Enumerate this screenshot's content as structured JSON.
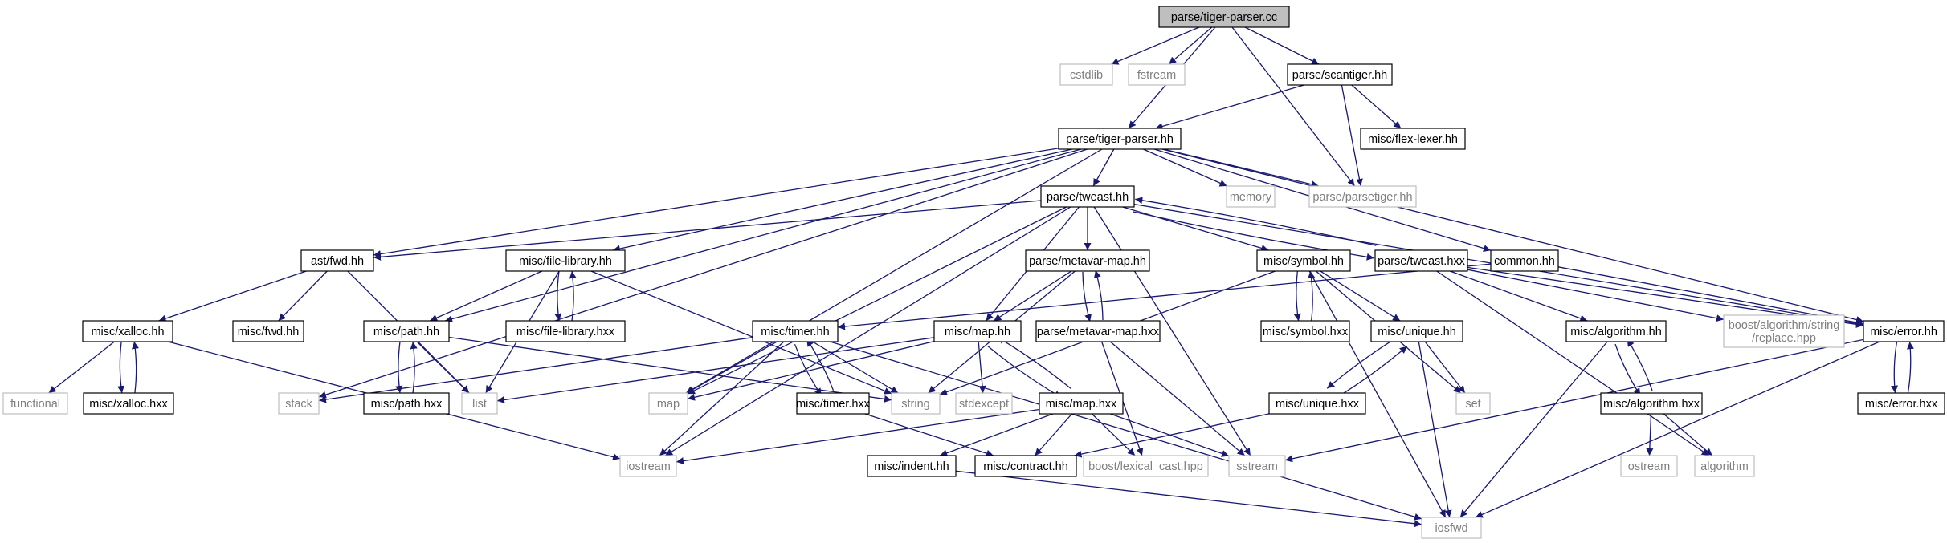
{
  "colors": {
    "edge": "#191970",
    "node_border_local": "#000000",
    "node_border_system": "#bfbfbf",
    "root_fill": "#bfbfbf",
    "node_fill": "#ffffff",
    "text_local": "#000000",
    "text_system": "#7f7f7f"
  },
  "nodes": [
    {
      "id": "root",
      "label": "parse/tiger-parser.cc",
      "kind": "root"
    },
    {
      "id": "cstdlib",
      "label": "cstdlib",
      "kind": "system"
    },
    {
      "id": "fstream",
      "label": "fstream",
      "kind": "system"
    },
    {
      "id": "scantiger",
      "label": "parse/scantiger.hh",
      "kind": "local"
    },
    {
      "id": "tigerparser",
      "label": "parse/tiger-parser.hh",
      "kind": "local"
    },
    {
      "id": "flexlexer",
      "label": "misc/flex-lexer.hh",
      "kind": "local"
    },
    {
      "id": "memory",
      "label": "memory",
      "kind": "system"
    },
    {
      "id": "parsetiger",
      "label": "parse/parsetiger.hh",
      "kind": "system"
    },
    {
      "id": "tweast",
      "label": "parse/tweast.hh",
      "kind": "local"
    },
    {
      "id": "astfwd",
      "label": "ast/fwd.hh",
      "kind": "local"
    },
    {
      "id": "filelib",
      "label": "misc/file-library.hh",
      "kind": "local"
    },
    {
      "id": "metavar",
      "label": "parse/metavar-map.hh",
      "kind": "local"
    },
    {
      "id": "symbol",
      "label": "misc/symbol.hh",
      "kind": "local"
    },
    {
      "id": "tweasthxx",
      "label": "parse/tweast.hxx",
      "kind": "local"
    },
    {
      "id": "common",
      "label": "common.hh",
      "kind": "local"
    },
    {
      "id": "xalloc",
      "label": "misc/xalloc.hh",
      "kind": "local"
    },
    {
      "id": "miscfwd",
      "label": "misc/fwd.hh",
      "kind": "local"
    },
    {
      "id": "path",
      "label": "misc/path.hh",
      "kind": "local"
    },
    {
      "id": "filelibhxx",
      "label": "misc/file-library.hxx",
      "kind": "local"
    },
    {
      "id": "timer",
      "label": "misc/timer.hh",
      "kind": "local"
    },
    {
      "id": "map",
      "label": "misc/map.hh",
      "kind": "local"
    },
    {
      "id": "metavarhxx",
      "label": "parse/metavar-map.hxx",
      "kind": "local"
    },
    {
      "id": "symbolhxx",
      "label": "misc/symbol.hxx",
      "kind": "local"
    },
    {
      "id": "unique",
      "label": "misc/unique.hh",
      "kind": "local"
    },
    {
      "id": "algorithm",
      "label": "misc/algorithm.hh",
      "kind": "local"
    },
    {
      "id": "boostreplace",
      "label": "boost/algorithm/string\n/replace.hpp",
      "kind": "system"
    },
    {
      "id": "error",
      "label": "misc/error.hh",
      "kind": "local"
    },
    {
      "id": "functional",
      "label": "functional",
      "kind": "system"
    },
    {
      "id": "xallochxx",
      "label": "misc/xalloc.hxx",
      "kind": "local"
    },
    {
      "id": "stack",
      "label": "stack",
      "kind": "system"
    },
    {
      "id": "pathhxx",
      "label": "misc/path.hxx",
      "kind": "local"
    },
    {
      "id": "list",
      "label": "list",
      "kind": "system"
    },
    {
      "id": "mapstd",
      "label": "map",
      "kind": "system"
    },
    {
      "id": "timerhxx",
      "label": "misc/timer.hxx",
      "kind": "local"
    },
    {
      "id": "string",
      "label": "string",
      "kind": "system"
    },
    {
      "id": "stdexcept",
      "label": "stdexcept",
      "kind": "system"
    },
    {
      "id": "maphxx",
      "label": "misc/map.hxx",
      "kind": "local"
    },
    {
      "id": "set",
      "label": "set",
      "kind": "system"
    },
    {
      "id": "uniquehxx",
      "label": "misc/unique.hxx",
      "kind": "local"
    },
    {
      "id": "algorithmhxx",
      "label": "misc/algorithm.hxx",
      "kind": "local"
    },
    {
      "id": "errorhxx",
      "label": "misc/error.hxx",
      "kind": "local"
    },
    {
      "id": "iostream",
      "label": "iostream",
      "kind": "system"
    },
    {
      "id": "indent",
      "label": "misc/indent.hh",
      "kind": "local"
    },
    {
      "id": "contract",
      "label": "misc/contract.hh",
      "kind": "local"
    },
    {
      "id": "lexicalcast",
      "label": "boost/lexical_cast.hpp",
      "kind": "system"
    },
    {
      "id": "sstream",
      "label": "sstream",
      "kind": "system"
    },
    {
      "id": "ostream",
      "label": "ostream",
      "kind": "system"
    },
    {
      "id": "algorithmstd",
      "label": "algorithm",
      "kind": "system"
    },
    {
      "id": "iosfwd",
      "label": "iosfwd",
      "kind": "system"
    }
  ],
  "edges": [
    [
      "root",
      "cstdlib"
    ],
    [
      "root",
      "fstream"
    ],
    [
      "root",
      "scantiger"
    ],
    [
      "root",
      "tigerparser"
    ],
    [
      "root",
      "parsetiger"
    ],
    [
      "scantiger",
      "tigerparser"
    ],
    [
      "scantiger",
      "flexlexer"
    ],
    [
      "scantiger",
      "parsetiger"
    ],
    [
      "tigerparser",
      "memory"
    ],
    [
      "tigerparser",
      "parsetiger"
    ],
    [
      "tigerparser",
      "tweast"
    ],
    [
      "tigerparser",
      "astfwd"
    ],
    [
      "tigerparser",
      "filelib"
    ],
    [
      "tigerparser",
      "path"
    ],
    [
      "tigerparser",
      "stack"
    ],
    [
      "tigerparser",
      "mapstd"
    ],
    [
      "tigerparser",
      "common"
    ],
    [
      "tigerparser",
      "error"
    ],
    [
      "tweast",
      "astfwd"
    ],
    [
      "tweast",
      "metavar"
    ],
    [
      "tweast",
      "symbol"
    ],
    [
      "tweast",
      "tweasthxx"
    ],
    [
      "tweast",
      "map"
    ],
    [
      "tweast",
      "mapstd"
    ],
    [
      "tweast",
      "iostream"
    ],
    [
      "tweast",
      "sstream"
    ],
    [
      "tweast",
      "error"
    ],
    [
      "astfwd",
      "xalloc"
    ],
    [
      "astfwd",
      "miscfwd"
    ],
    [
      "astfwd",
      "list"
    ],
    [
      "filelib",
      "path"
    ],
    [
      "filelib",
      "filelibhxx"
    ],
    [
      "filelib",
      "list"
    ],
    [
      "filelib",
      "string"
    ],
    [
      "filelibhxx",
      "filelib"
    ],
    [
      "metavar",
      "map"
    ],
    [
      "metavar",
      "metavarhxx"
    ],
    [
      "metavar",
      "string"
    ],
    [
      "metavarhxx",
      "metavar"
    ],
    [
      "metavarhxx",
      "lexicalcast"
    ],
    [
      "metavarhxx",
      "sstream"
    ],
    [
      "symbol",
      "symbolhxx"
    ],
    [
      "symbol",
      "unique"
    ],
    [
      "symbol",
      "string"
    ],
    [
      "symbol",
      "set"
    ],
    [
      "symbol",
      "iosfwd"
    ],
    [
      "symbolhxx",
      "symbol"
    ],
    [
      "tweasthxx",
      "tweast"
    ],
    [
      "tweasthxx",
      "algorithm"
    ],
    [
      "tweasthxx",
      "boostreplace"
    ],
    [
      "tweasthxx",
      "error"
    ],
    [
      "tweasthxx",
      "algorithmstd"
    ],
    [
      "common",
      "timer"
    ],
    [
      "common",
      "error"
    ],
    [
      "xalloc",
      "functional"
    ],
    [
      "xalloc",
      "xallochxx"
    ],
    [
      "xalloc",
      "iostream"
    ],
    [
      "xallochxx",
      "xalloc"
    ],
    [
      "path",
      "pathhxx"
    ],
    [
      "path",
      "list"
    ],
    [
      "path",
      "string"
    ],
    [
      "pathhxx",
      "path"
    ],
    [
      "timer",
      "stack"
    ],
    [
      "timer",
      "mapstd"
    ],
    [
      "timer",
      "timerhxx"
    ],
    [
      "timer",
      "string"
    ],
    [
      "timer",
      "iostream"
    ],
    [
      "timer",
      "iosfwd"
    ],
    [
      "timerhxx",
      "timer"
    ],
    [
      "timerhxx",
      "contract"
    ],
    [
      "map",
      "mapstd"
    ],
    [
      "map",
      "list"
    ],
    [
      "map",
      "stdexcept"
    ],
    [
      "map",
      "maphxx"
    ],
    [
      "maphxx",
      "map"
    ],
    [
      "maphxx",
      "iostream"
    ],
    [
      "maphxx",
      "indent"
    ],
    [
      "maphxx",
      "contract"
    ],
    [
      "maphxx",
      "lexicalcast"
    ],
    [
      "maphxx",
      "sstream"
    ],
    [
      "unique",
      "uniquehxx"
    ],
    [
      "unique",
      "set"
    ],
    [
      "unique",
      "iosfwd"
    ],
    [
      "uniquehxx",
      "unique"
    ],
    [
      "uniquehxx",
      "contract"
    ],
    [
      "algorithm",
      "algorithmhxx"
    ],
    [
      "algorithm",
      "iosfwd"
    ],
    [
      "algorithmhxx",
      "algorithm"
    ],
    [
      "algorithmhxx",
      "ostream"
    ],
    [
      "algorithmhxx",
      "algorithmstd"
    ],
    [
      "error",
      "errorhxx"
    ],
    [
      "error",
      "sstream"
    ],
    [
      "error",
      "iosfwd"
    ],
    [
      "errorhxx",
      "error"
    ],
    [
      "indent",
      "iosfwd"
    ]
  ]
}
